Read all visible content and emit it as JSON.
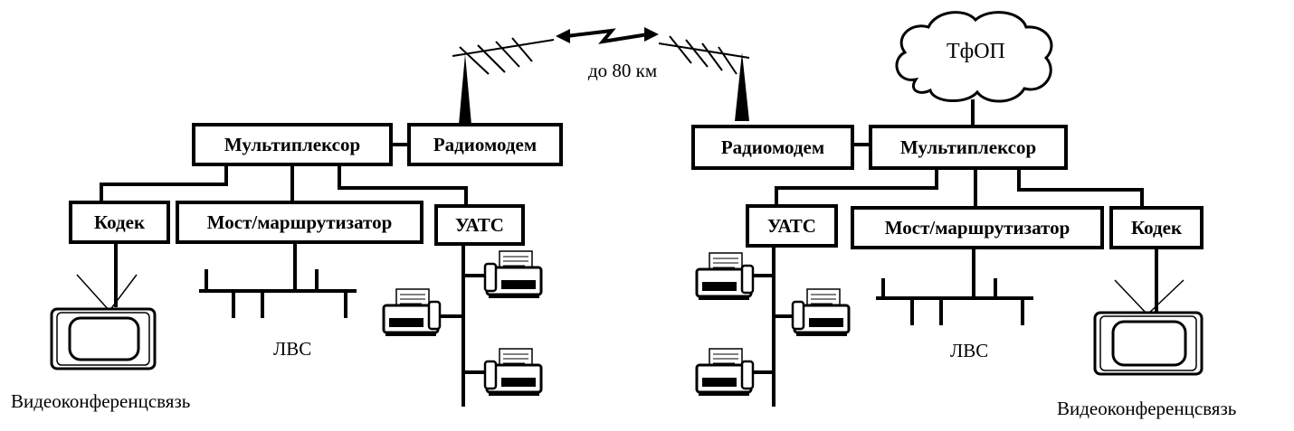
{
  "left_site": {
    "multiplexer": "Мультиплексор",
    "radiomodem": "Радиомодем",
    "codec": "Кодек",
    "bridge_router": "Мост/маршрутизатор",
    "pbx": "УАТС",
    "lan": "ЛВС",
    "videoconf": "Видеоконференцсвязь"
  },
  "right_site": {
    "multiplexer": "Мультиплексор",
    "radiomodem": "Радиомодем",
    "codec": "Кодек",
    "bridge_router": "Мост/маршрутизатор",
    "pbx": "УАТС",
    "lan": "ЛВС",
    "videoconf": "Видеоконференцсвязь"
  },
  "radio_link": {
    "distance": "до 80 км"
  },
  "pstn": {
    "label": "ТфОП"
  }
}
